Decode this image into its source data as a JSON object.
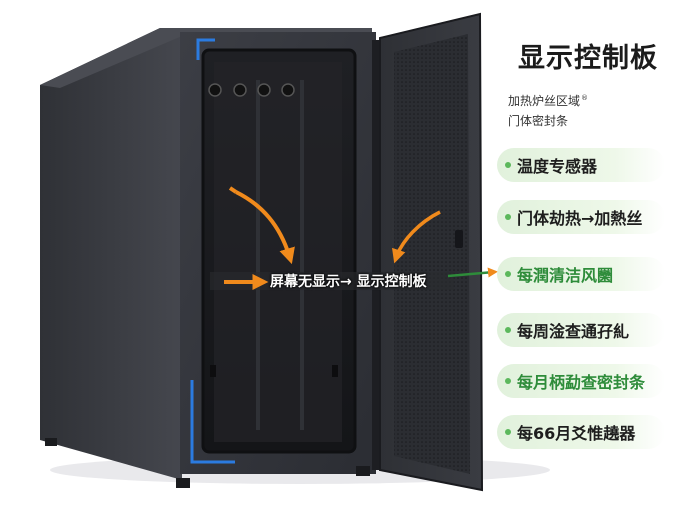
{
  "panel": {
    "title": "显示控制板",
    "subtitle_line1": "加热炉丝区域",
    "subtitle_mark": "®",
    "subtitle_line2": "门体密封条"
  },
  "features": [
    {
      "label": "温度专感器",
      "highlight": false
    },
    {
      "label": "门体劫热→加熱丝",
      "highlight": false
    },
    {
      "label": "每潤清洁风圞",
      "highlight": true
    },
    {
      "label": "每周淦查通孖糺",
      "highlight": false
    },
    {
      "label": "每月柄勐查密封条",
      "highlight": true
    },
    {
      "label": "每66月爻惟趬器",
      "highlight": false
    }
  ],
  "overlay": {
    "label": "屏幕无显示→ 显示控制板"
  },
  "colors": {
    "cabinet": "#3b3d44",
    "cabinet_dark": "#26282d",
    "accent_blue": "#2b7be0",
    "arrow_orange": "#f08a1c",
    "pill_green": "#e1f1dc",
    "dot_green": "#5cb85c"
  }
}
